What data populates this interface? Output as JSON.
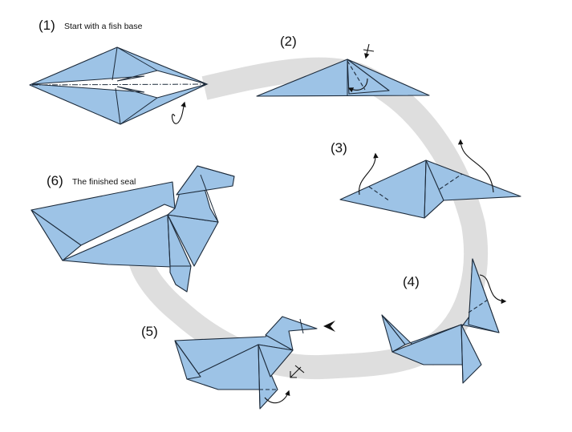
{
  "diagram": {
    "title": "Origami seal folding instructions",
    "paper_color": "#9dc3e6",
    "path_color": "#dedede",
    "line_color": "#1c2a3a",
    "steps": [
      {
        "number": "(1)",
        "caption": "Start with a fish base"
      },
      {
        "number": "(2)",
        "caption": ""
      },
      {
        "number": "(3)",
        "caption": ""
      },
      {
        "number": "(4)",
        "caption": ""
      },
      {
        "number": "(5)",
        "caption": ""
      },
      {
        "number": "(6)",
        "caption": "The finished seal"
      }
    ],
    "symbols": {
      "fold_arrow": "curved-arrow",
      "valley_fold": "dashed-line",
      "mountain_fold": "dash-dot-line",
      "push_arrow": "push-arrowhead",
      "repeat_marker": "cross-arrow"
    }
  }
}
